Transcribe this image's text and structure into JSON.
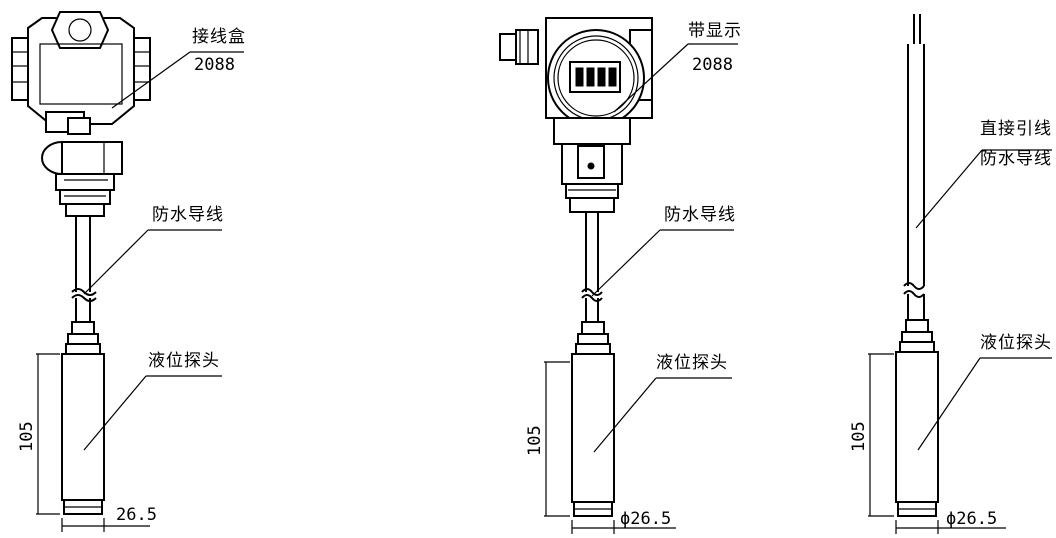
{
  "variants": [
    {
      "housing_label": "接线盒",
      "model": "2088",
      "cable_label": "防水导线",
      "probe_label": "液位探头",
      "length_dim": "105",
      "diameter_dim": "26.5"
    },
    {
      "housing_label": "带显示",
      "model": "2088",
      "cable_label": "防水导线",
      "probe_label": "液位探头",
      "length_dim": "105",
      "diameter_dim": "ϕ26.5"
    },
    {
      "cable_label_line1": "直接引线",
      "cable_label_line2": "防水导线",
      "probe_label": "液位探头",
      "length_dim": "105",
      "diameter_dim": "ϕ26.5"
    }
  ]
}
